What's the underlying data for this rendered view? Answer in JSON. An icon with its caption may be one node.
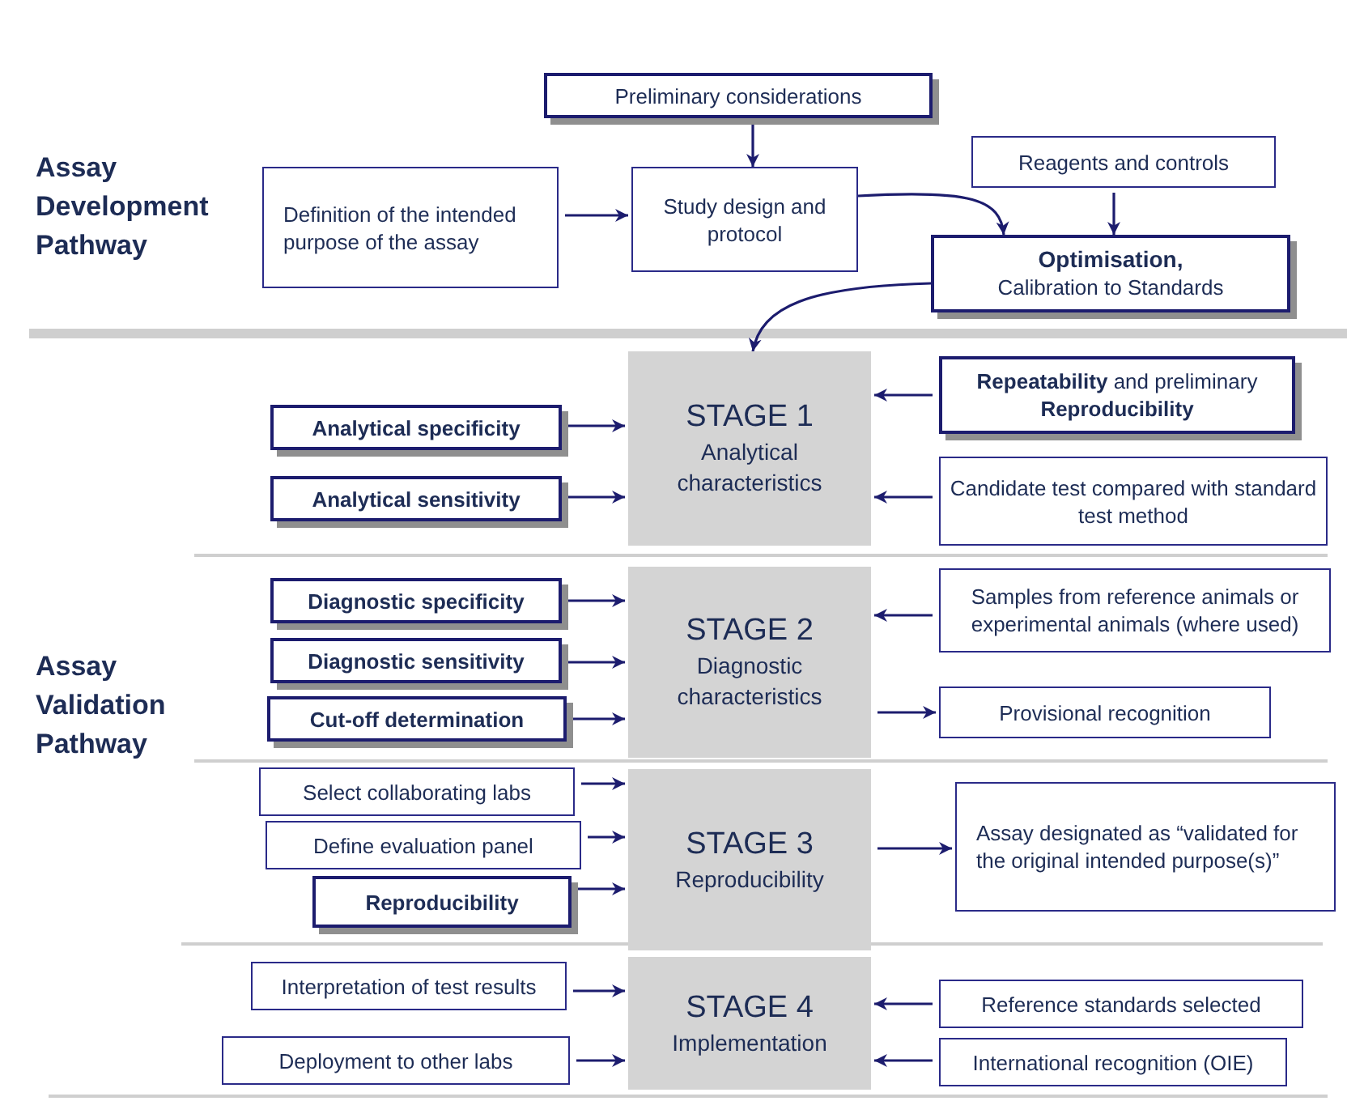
{
  "diagram": {
    "nodes": [
      {
        "text": [
          "Preliminary considerations"
        ]
      },
      {
        "text": [
          "Definition of the intended purpose of the assay"
        ]
      },
      {
        "text": [
          "Study design and protocol"
        ]
      },
      {
        "text": [
          "Reagents and controls"
        ]
      },
      {
        "text": [
          "Optimisation,",
          "Calibration to Standards"
        ]
      },
      {
        "text": [
          "STAGE 1",
          "Analytical characteristics"
        ]
      },
      {
        "text": [
          "**Analytical** specificity"
        ]
      },
      {
        "text": [
          "**Analytical** sensitivity"
        ]
      },
      {
        "text": [
          "**Repeatability** and preliminary **Reproducibility**"
        ]
      },
      {
        "text": [
          "Candidate test compared with standard test method"
        ]
      },
      {
        "text": [
          "STAGE 2",
          "Diagnostic characteristics"
        ]
      },
      {
        "text": [
          "**Diagnostic** specificity"
        ]
      },
      {
        "text": [
          "**Diagnostic** sensitivity"
        ]
      },
      {
        "text": [
          "Cut-off determination"
        ]
      },
      {
        "text": [
          "Samples from reference animals or experimental animals (where used)"
        ]
      },
      {
        "text": [
          "Provisional recognition"
        ]
      },
      {
        "text": [
          "STAGE 3",
          "Reproducibility"
        ]
      },
      {
        "text": [
          "Select collaborating labs"
        ]
      },
      {
        "text": [
          "Define evaluation panel"
        ]
      },
      {
        "text": [
          "Reproducibility"
        ]
      },
      {
        "text": [
          "Assay designated as “validated for the original intended purpose(s)”"
        ]
      },
      {
        "text": [
          "STAGE 4",
          "Implementation"
        ]
      },
      {
        "text": [
          "Interpretation of test results"
        ]
      },
      {
        "text": [
          "Deployment to other labs"
        ]
      },
      {
        "text": [
          "Reference standards selected"
        ]
      },
      {
        "text": [
          "International recognition (OIE)"
        ]
      }
    ],
    "edges": [
      {
        "from": 0,
        "to": 2,
        "arrow": "to"
      },
      {
        "from": 1,
        "to": 2,
        "arrow": "to"
      },
      {
        "from": 2,
        "to": 4,
        "arrow": "to"
      },
      {
        "from": 3,
        "to": 4,
        "arrow": "to"
      },
      {
        "from": 4,
        "to": 5,
        "arrow": "to"
      },
      {
        "from": 6,
        "to": 5,
        "arrow": "to"
      },
      {
        "from": 7,
        "to": 5,
        "arrow": "to"
      },
      {
        "from": 8,
        "to": 5,
        "arrow": "to"
      },
      {
        "from": 9,
        "to": 5,
        "arrow": "to"
      },
      {
        "from": 11,
        "to": 10,
        "arrow": "to"
      },
      {
        "from": 12,
        "to": 10,
        "arrow": "to"
      },
      {
        "from": 13,
        "to": 10,
        "arrow": "to"
      },
      {
        "from": 14,
        "to": 10,
        "arrow": "to"
      },
      {
        "from": 10,
        "to": 15,
        "arrow": "to"
      },
      {
        "from": 17,
        "to": 16,
        "arrow": "to"
      },
      {
        "from": 18,
        "to": 16,
        "arrow": "to"
      },
      {
        "from": 19,
        "to": 16,
        "arrow": "to"
      },
      {
        "from": 16,
        "to": 20,
        "arrow": "to"
      },
      {
        "from": 22,
        "to": 21,
        "arrow": "to"
      },
      {
        "from": 23,
        "to": 21,
        "arrow": "to"
      },
      {
        "from": 24,
        "to": 21,
        "arrow": "to"
      },
      {
        "from": 25,
        "to": 21,
        "arrow": "to"
      }
    ],
    "labels": [
      "Assay Development Pathway",
      "Assay Validation Pathway"
    ]
  }
}
